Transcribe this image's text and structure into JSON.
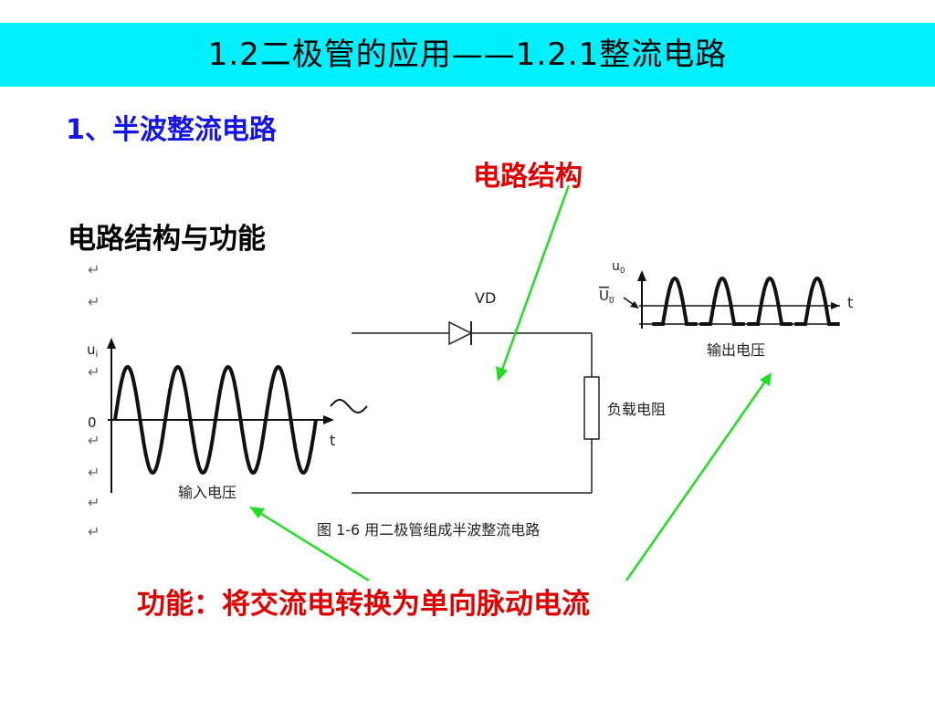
{
  "slide": {
    "title": "1.2二极管的应用——1.2.1整流电路",
    "heading": "1、半波整流电路",
    "callout_structure": "电路结构",
    "subheading": "电路结构与功能",
    "function_text": "功能：将交流电转换为单向脉动电流"
  },
  "figure": {
    "diode_label": "VD",
    "load_label": "负载电阻",
    "output_label": "输出电压",
    "input_label": "输入电压",
    "caption": "图 1-6  用二极管组成半波整流电路",
    "input_axis_y": "u",
    "input_axis_y_sub": "i",
    "input_axis_zero": "0",
    "input_axis_x": "t",
    "output_axis_y": "u",
    "output_axis_y_sub": "0",
    "output_avg_label": "U",
    "output_avg_sub": "0",
    "output_axis_x": "t",
    "return_marks": [
      "↵",
      "↵",
      "↵",
      "↵",
      "↵",
      "↵",
      "↵",
      "↵"
    ],
    "colors": {
      "title_bg": "#00f0ff",
      "heading": "#1515e6",
      "callout": "#e00000",
      "arrow": "#22dd22",
      "circuit": "#222222"
    }
  }
}
